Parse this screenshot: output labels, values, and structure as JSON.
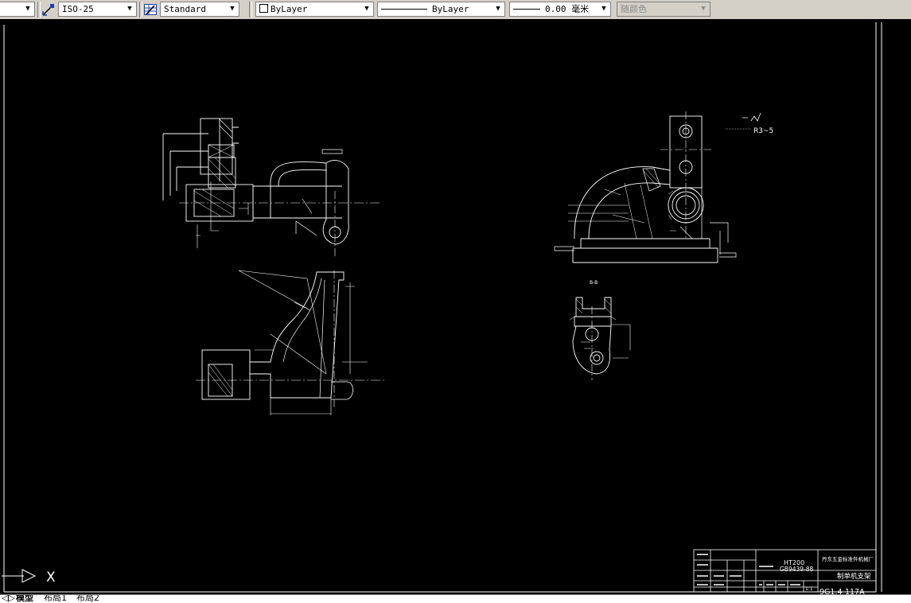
{
  "toolbar": {
    "dimstyle": "ISO-25",
    "tablestyle": "Standard",
    "layer_color": "ByLayer",
    "linetype": "ByLayer",
    "lineweight": "0.00 毫米",
    "plotstyle": "随颜色"
  },
  "drawing": {
    "roughness_note": "R3~5",
    "section_label": "B-B"
  },
  "title_block": {
    "material": "HT200",
    "drawing_no": "GB9439-88",
    "company": "丹东五金标准件机械厂",
    "part_name": "制单机支架",
    "code": "9G1.4-117A",
    "scale": "1:1"
  },
  "ucs": {
    "x_label": "X"
  },
  "tabs": [
    "模型",
    "布局1",
    "布局2"
  ]
}
